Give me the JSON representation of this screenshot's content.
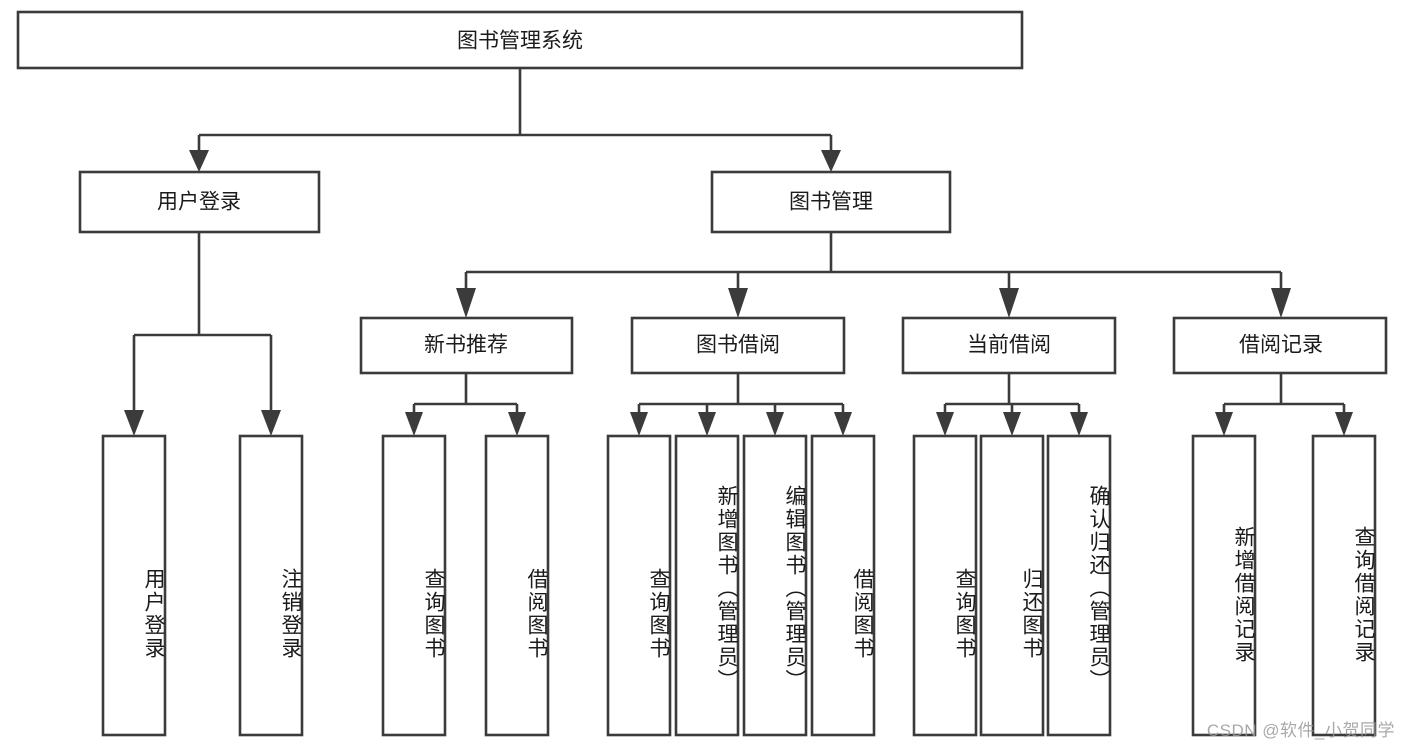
{
  "diagram": {
    "type": "tree",
    "orientation": "top-down",
    "root": {
      "id": "root",
      "label": "图书管理系统",
      "text_direction": "horizontal"
    },
    "level2": [
      {
        "id": "user-login",
        "label": "用户登录",
        "text_direction": "horizontal"
      },
      {
        "id": "book-manage",
        "label": "图书管理",
        "text_direction": "horizontal"
      }
    ],
    "level3": [
      {
        "id": "new-book-rec",
        "label": "新书推荐",
        "text_direction": "horizontal",
        "parent": "book-manage"
      },
      {
        "id": "book-borrow",
        "label": "图书借阅",
        "text_direction": "horizontal",
        "parent": "book-manage"
      },
      {
        "id": "current-borrow",
        "label": "当前借阅",
        "text_direction": "horizontal",
        "parent": "book-manage"
      },
      {
        "id": "borrow-record",
        "label": "借阅记录",
        "text_direction": "horizontal",
        "parent": "book-manage"
      }
    ],
    "leaves": [
      {
        "id": "leaf-user-login",
        "label": "用户登录",
        "text_direction": "vertical",
        "parent": "user-login"
      },
      {
        "id": "leaf-user-logout",
        "label": "注销登录",
        "text_direction": "vertical",
        "parent": "user-login"
      },
      {
        "id": "leaf-query-book-1",
        "label": "查询图书",
        "text_direction": "vertical",
        "parent": "new-book-rec"
      },
      {
        "id": "leaf-borrow-book-1",
        "label": "借阅图书",
        "text_direction": "vertical",
        "parent": "new-book-rec"
      },
      {
        "id": "leaf-query-book-2",
        "label": "查询图书",
        "text_direction": "vertical",
        "parent": "book-borrow"
      },
      {
        "id": "leaf-add-book",
        "label": "新增图书（管理员）",
        "text_direction": "vertical",
        "parent": "book-borrow"
      },
      {
        "id": "leaf-edit-book",
        "label": "编辑图书（管理员）",
        "text_direction": "vertical",
        "parent": "book-borrow"
      },
      {
        "id": "leaf-borrow-book-2",
        "label": "借阅图书",
        "text_direction": "vertical",
        "parent": "book-borrow"
      },
      {
        "id": "leaf-query-book-3",
        "label": "查询图书",
        "text_direction": "vertical",
        "parent": "current-borrow"
      },
      {
        "id": "leaf-return-book",
        "label": "归还图书",
        "text_direction": "vertical",
        "parent": "current-borrow"
      },
      {
        "id": "leaf-confirm-return",
        "label": "确认归还（管理员）",
        "text_direction": "vertical",
        "parent": "current-borrow"
      },
      {
        "id": "leaf-add-record",
        "label": "新增借阅记录",
        "text_direction": "vertical",
        "parent": "borrow-record"
      },
      {
        "id": "leaf-query-record",
        "label": "查询借阅记录",
        "text_direction": "vertical",
        "parent": "borrow-record"
      }
    ]
  },
  "watermark": {
    "text": "CSDN @软件_小贺同学"
  },
  "colors": {
    "stroke": "#3b3b3b",
    "fill": "#ffffff",
    "text": "#1b1b1b",
    "watermark": "#9a9a9a"
  }
}
